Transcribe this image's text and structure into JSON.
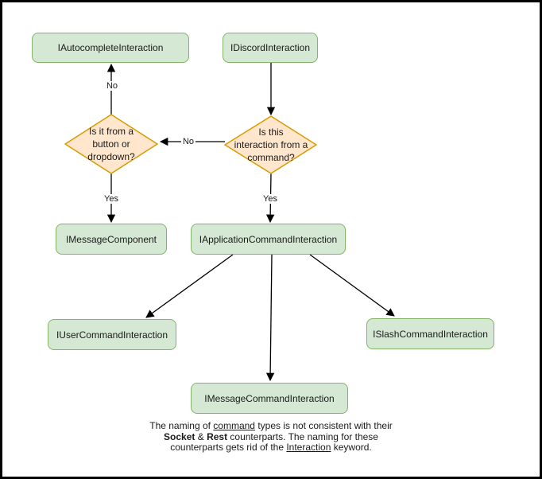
{
  "diagram": {
    "nodes": {
      "autocomplete": {
        "label": "IAutocompleteInteraction"
      },
      "discord": {
        "label": "IDiscordInteraction"
      },
      "message_component": {
        "label": "IMessageComponent"
      },
      "application_command": {
        "label": "IApplicationCommandInteraction"
      },
      "user_command": {
        "label": "IUserCommandInteraction"
      },
      "slash_command": {
        "label": "ISlashCommandInteraction"
      },
      "message_command": {
        "label": "IMessageCommandInteraction"
      }
    },
    "decisions": {
      "from_command": {
        "line1": "Is this",
        "line2": "interaction from a",
        "line3": "command?"
      },
      "button_dropdown": {
        "line1": "Is it from a",
        "line2": "button or",
        "line3": "dropdown?"
      }
    },
    "edge_labels": {
      "no_to_autocomplete": "No",
      "no_between_diamonds": "No",
      "yes_to_message_component": "Yes",
      "yes_to_application_command": "Yes"
    },
    "colors": {
      "node_fill": "#d5e8d4",
      "node_stroke": "#82b366",
      "decision_fill": "#ffe6cc",
      "decision_stroke": "#d79b00",
      "edge": "#000000",
      "frame": "#000000"
    },
    "caption": {
      "l1a": "The naming of ",
      "l1b": "command",
      "l1c": " types is not consistent with their",
      "l2a": "Socket",
      "l2b": " & ",
      "l2c": "Rest",
      "l2d": " counterparts. The naming for these",
      "l3a": "counterparts gets rid of the ",
      "l3b": "Interaction",
      "l3c": " keyword."
    }
  }
}
